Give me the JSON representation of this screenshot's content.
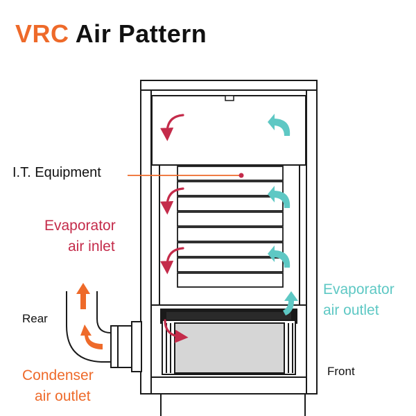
{
  "title": {
    "accent": "VRC",
    "rest": "Air Pattern"
  },
  "labels": {
    "it_equipment": "I.T. Equipment",
    "evap_inlet_1": "Evaporator",
    "evap_inlet_2": "air inlet",
    "evap_outlet_1": "Evaporator",
    "evap_outlet_2": "air outlet",
    "rear": "Rear",
    "front": "Front",
    "cond_outlet_1": "Condenser",
    "cond_outlet_2": "air outlet"
  },
  "colors": {
    "accent_orange": "#ee6a2a",
    "inlet_red": "#c42b4a",
    "outlet_teal": "#5ec8c4",
    "line": "#1a1a1a",
    "unit_fill": "#d6d6d6"
  }
}
